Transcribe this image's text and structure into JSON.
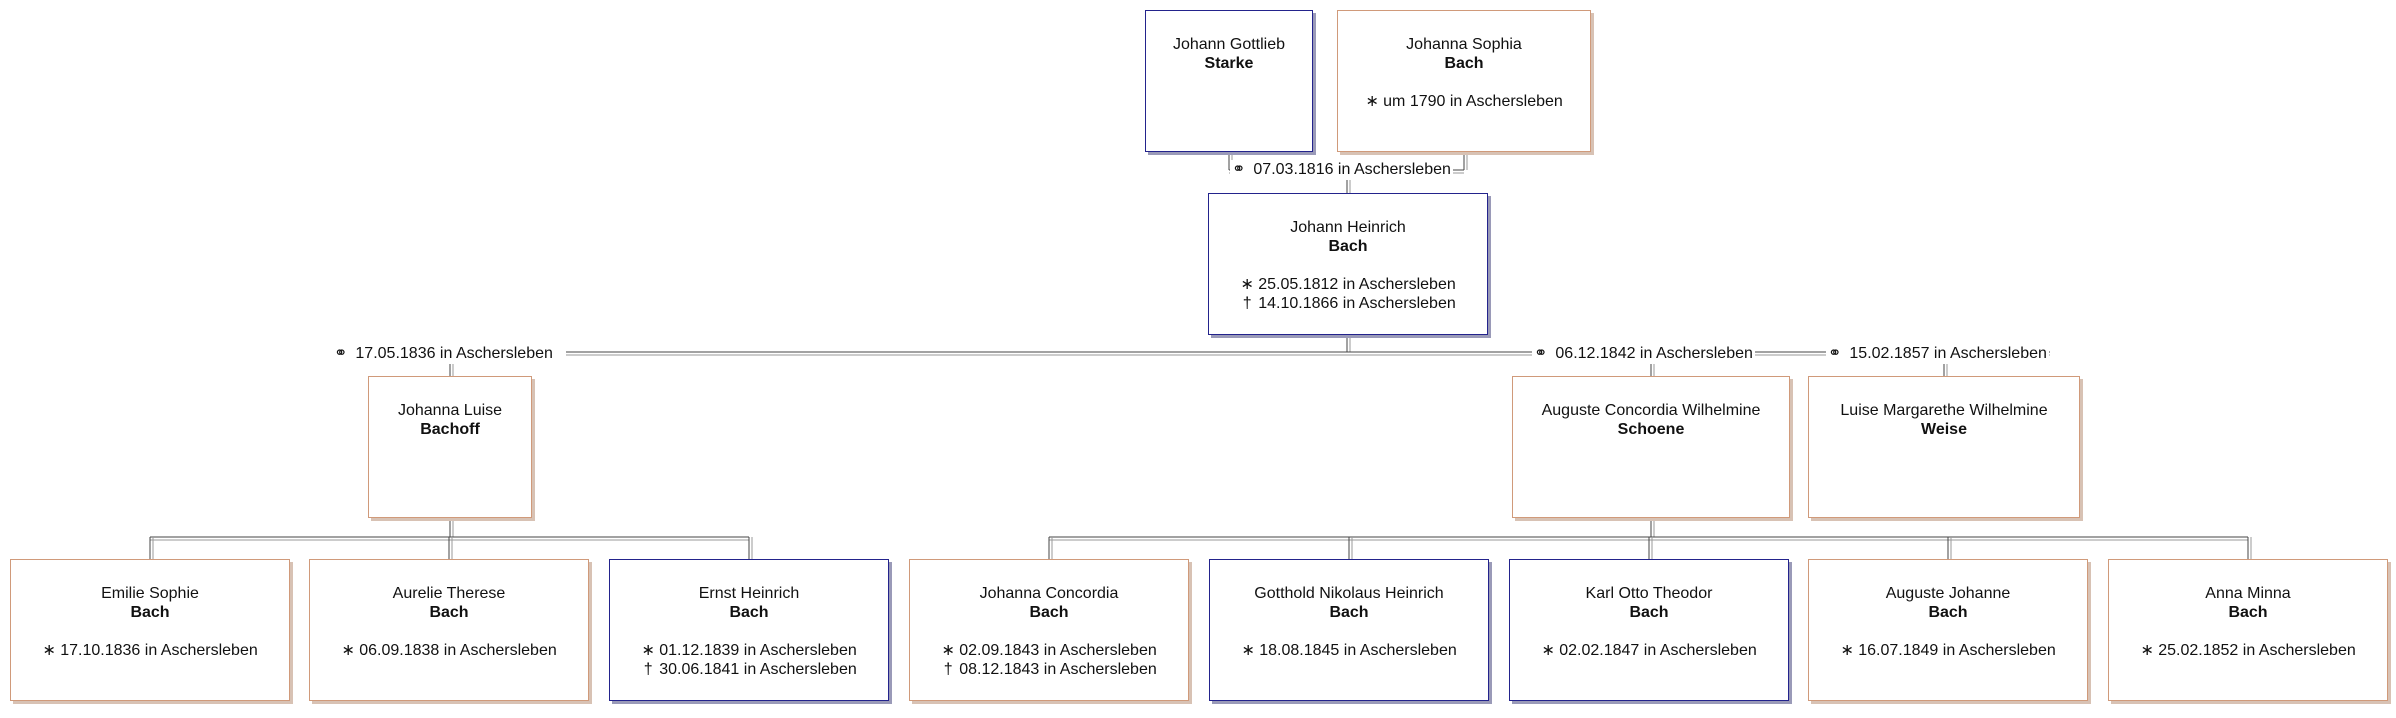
{
  "symbols": {
    "birth": "*",
    "death": "†",
    "marriage": "oo"
  },
  "persons": {
    "p_starke": {
      "given": "Johann Gottlieb",
      "surname": "Starke",
      "sex": "m",
      "events": []
    },
    "p_jsophia": {
      "given": "Johanna Sophia",
      "surname": "Bach",
      "sex": "f",
      "events": [
        {
          "type": "birth",
          "text": "um 1790 in Aschersleben"
        }
      ]
    },
    "p_jheinrich": {
      "given": "Johann Heinrich",
      "surname": "Bach",
      "sex": "m",
      "events": [
        {
          "type": "birth",
          "text": "25.05.1812 in Aschersleben"
        },
        {
          "type": "death",
          "text": "14.10.1866 in Aschersleben"
        }
      ]
    },
    "p_bachoff": {
      "given": "Johanna Luise",
      "surname": "Bachoff",
      "sex": "f",
      "events": []
    },
    "p_schoene": {
      "given": "Auguste Concordia Wilhelmine",
      "surname": "Schoene",
      "sex": "f",
      "events": []
    },
    "p_weise": {
      "given": "Luise Margarethe Wilhelmine",
      "surname": "Weise",
      "sex": "f",
      "events": []
    },
    "p_emilie": {
      "given": "Emilie Sophie",
      "surname": "Bach",
      "sex": "f",
      "events": [
        {
          "type": "birth",
          "text": "17.10.1836 in Aschersleben"
        }
      ]
    },
    "p_aurelie": {
      "given": "Aurelie Therese",
      "surname": "Bach",
      "sex": "f",
      "events": [
        {
          "type": "birth",
          "text": "06.09.1838 in Aschersleben"
        }
      ]
    },
    "p_ernst": {
      "given": "Ernst Heinrich",
      "surname": "Bach",
      "sex": "m",
      "events": [
        {
          "type": "birth",
          "text": "01.12.1839 in Aschersleben"
        },
        {
          "type": "death",
          "text": "30.06.1841 in Aschersleben"
        }
      ]
    },
    "p_jconcordia": {
      "given": "Johanna Concordia",
      "surname": "Bach",
      "sex": "f",
      "events": [
        {
          "type": "birth",
          "text": "02.09.1843 in Aschersleben"
        },
        {
          "type": "death",
          "text": "08.12.1843 in Aschersleben"
        }
      ]
    },
    "p_gotthold": {
      "given": "Gotthold Nikolaus Heinrich",
      "surname": "Bach",
      "sex": "m",
      "events": [
        {
          "type": "birth",
          "text": "18.08.1845 in Aschersleben"
        }
      ]
    },
    "p_karl": {
      "given": "Karl Otto Theodor",
      "surname": "Bach",
      "sex": "m",
      "events": [
        {
          "type": "birth",
          "text": "02.02.1847 in Aschersleben"
        }
      ]
    },
    "p_ajohanne": {
      "given": "Auguste Johanne",
      "surname": "Bach",
      "sex": "f",
      "events": [
        {
          "type": "birth",
          "text": "16.07.1849 in Aschersleben"
        }
      ]
    },
    "p_anna": {
      "given": "Anna Minna",
      "surname": "Bach",
      "sex": "f",
      "events": [
        {
          "type": "birth",
          "text": "25.02.1852 in Aschersleben"
        }
      ]
    }
  },
  "marriages": {
    "m_parents": {
      "date_place": "07.03.1816 in Aschersleben"
    },
    "m_bachoff": {
      "date_place": "17.05.1836 in Aschersleben"
    },
    "m_schoene": {
      "date_place": "06.12.1842 in Aschersleben"
    },
    "m_weise": {
      "date_place": "15.02.1857 in Aschersleben"
    }
  }
}
